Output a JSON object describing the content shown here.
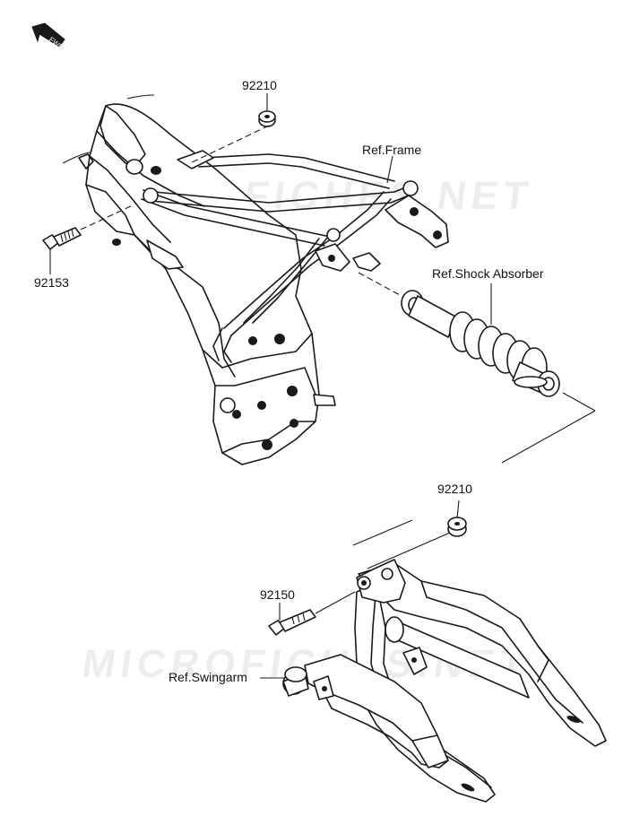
{
  "fwd_icon": {
    "text": "FWD",
    "icon": "forward-arrow-icon"
  },
  "watermark": "MICROFICHES.NET",
  "callouts": {
    "nut_top": "92210",
    "bolt_top": "92153",
    "frame": "Ref.Frame",
    "shock": "Ref.Shock Absorber",
    "nut_bottom": "92210",
    "bolt_bottom": "92150",
    "swingarm": "Ref.Swingarm"
  }
}
